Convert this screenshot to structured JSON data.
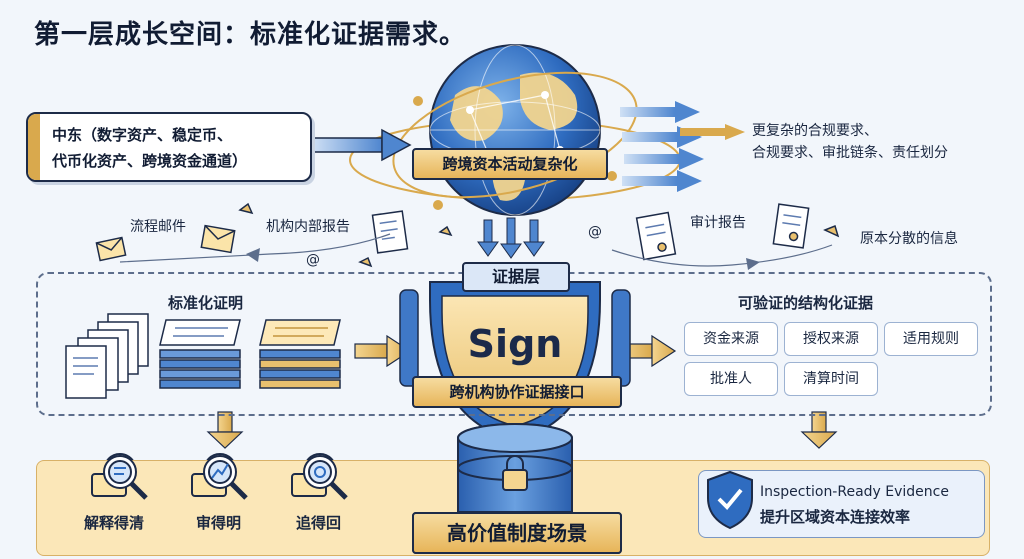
{
  "title": "第一层成长空间：标准化证据需求。",
  "source_box": {
    "line1": "中东（数字资产、稳定币、",
    "line2": "代币化资产、跨境资金通道）"
  },
  "globe_banner": "跨境资本活动复杂化",
  "right_top": {
    "line1": "更复杂的合规要求、",
    "line2": "合规要求、审批链条、责任划分"
  },
  "scatter_left": {
    "mail": "流程邮件",
    "report": "机构内部报告"
  },
  "scatter_right": {
    "audit": "审计报告",
    "info": "原本分散的信息"
  },
  "at_symbol": "@",
  "evidence_layer": "证据层",
  "sign_label": "Sign",
  "sign_banner": "跨机构协作证据接口",
  "left_section": "标准化证明",
  "right_section": "可验证的结构化证据",
  "chips": [
    "资金来源",
    "授权来源",
    "适用规则",
    "批准人",
    "清算时间"
  ],
  "bottom_icons": [
    "解释得清",
    "审得明",
    "追得回"
  ],
  "bottom_banner": "高价值制度场景",
  "inspection": {
    "line1": "Inspection-Ready Evidence",
    "line2": "提升区域资本连接效率"
  },
  "colors": {
    "navy": "#1d2b48",
    "gold": "#e7b55a",
    "blue": "#2f6cc0",
    "panel": "#fbe7b8"
  }
}
